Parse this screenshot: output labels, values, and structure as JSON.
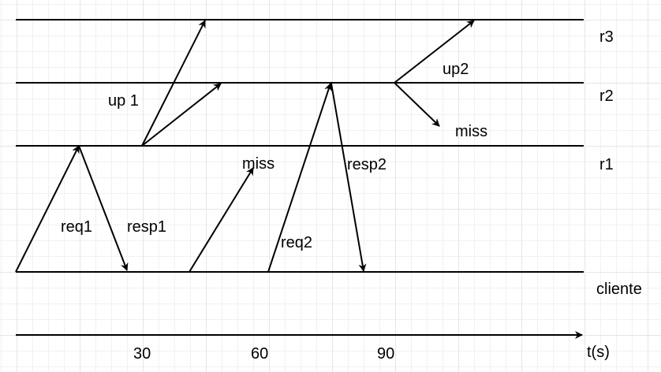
{
  "lines": {
    "r3": "r3",
    "r2": "r2",
    "r1": "r1",
    "cliente": "cliente",
    "axis": "t(s)"
  },
  "ticks": [
    "30",
    "60",
    "90"
  ],
  "labels": {
    "up1": "up 1",
    "up2": "up2",
    "miss_r2": "miss",
    "miss_r1": "miss",
    "req1": "req1",
    "resp1": "resp1",
    "req2": "req2",
    "resp2": "resp2"
  },
  "colors": {
    "line": "#000000",
    "grid": "#e6e6e6",
    "background": "#ffffff"
  }
}
